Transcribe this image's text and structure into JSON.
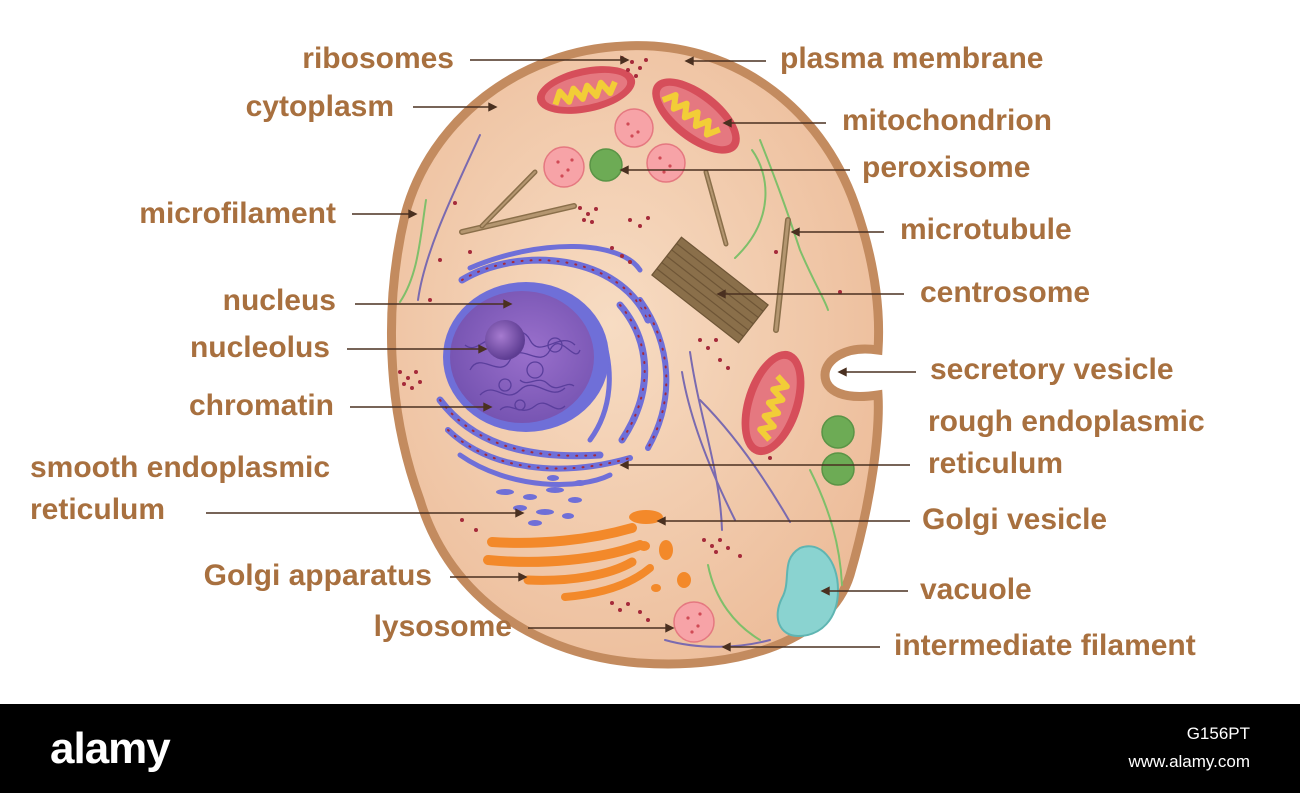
{
  "colors": {
    "label": "#a8703f",
    "leader": "#4a3020",
    "membrane": "#c38b5f",
    "cytoplasm": "#f3cdb0",
    "nucleus": "#7f5ab8",
    "er": "#6f6fd8",
    "golgi": "#f3892a",
    "mito_outer": "#d64e5a",
    "mito_inner": "#f2cd37",
    "vacuole": "#8ad3d0",
    "peroxisome": "#6dab55",
    "lysosome": "#f7a3a7",
    "ribosome": "#a52a3a",
    "footer_bg": "#000000"
  },
  "labels": {
    "ribosomes": "ribosomes",
    "cytoplasm": "cytoplasm",
    "microfilament": "microfilament",
    "nucleus": "nucleus",
    "nucleolus": "nucleolus",
    "chromatin": "chromatin",
    "smooth_er_1": "smooth endoplasmic",
    "smooth_er_2": "reticulum",
    "golgi_apparatus": "Golgi apparatus",
    "lysosome": "lysosome",
    "plasma_membrane": "plasma membrane",
    "mitochondrion": "mitochondrion",
    "peroxisome": "peroxisome",
    "microtubule": "microtubule",
    "centrosome": "centrosome",
    "secretory_vesicle": "secretory vesicle",
    "rough_er_1": "rough endoplasmic",
    "rough_er_2": "reticulum",
    "golgi_vesicle": "Golgi vesicle",
    "vacuole": "vacuole",
    "intermediate_filament": "intermediate filament"
  },
  "footer": {
    "brand": "alamy",
    "image_id": "G156PT",
    "site": "www.alamy.com"
  }
}
